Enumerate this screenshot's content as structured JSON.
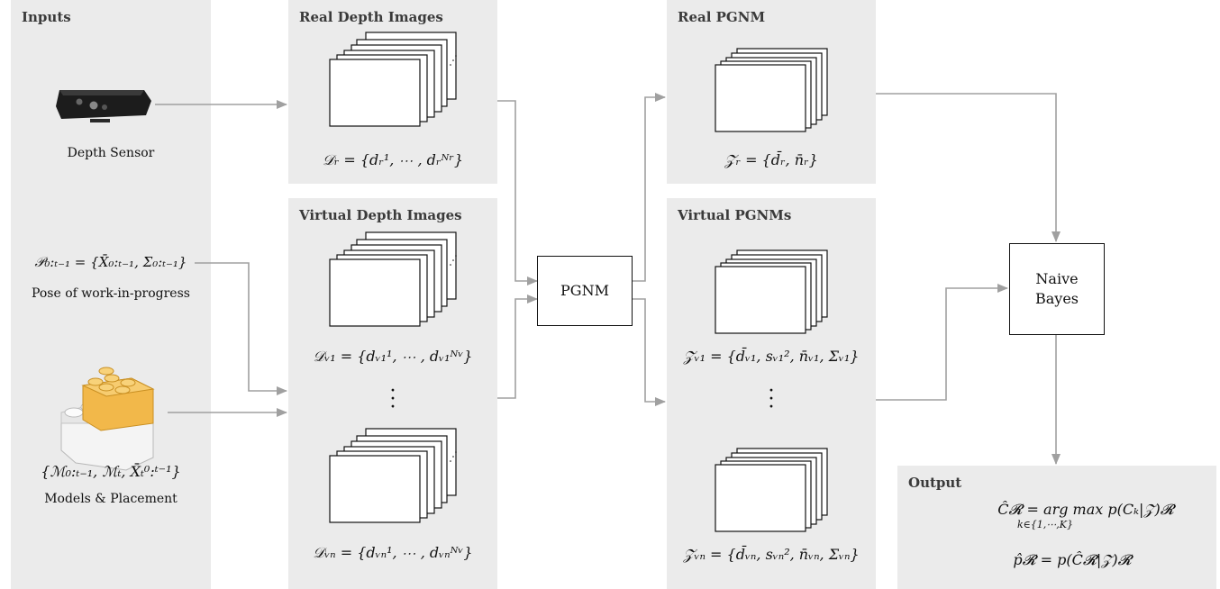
{
  "panels": {
    "inputs": "Inputs",
    "real_depth": "Real Depth Images",
    "virtual_depth": "Virtual Depth Images",
    "real_pgnm": "Real PGNM",
    "virtual_pgnms": "Virtual PGNMs",
    "output": "Output"
  },
  "inputs": {
    "depth_sensor": "Depth Sensor",
    "pose_formula": "𝒫₀:ₜ₋₁ = {X̄₀:ₜ₋₁, Σ₀:ₜ₋₁}",
    "pose_label": "Pose of work-in-progress",
    "models_formula": "{ℳ₀:ₜ₋₁, ℳₜ, X̄ₜ⁰:ᵗ⁻¹}",
    "models_label": "Models & Placement"
  },
  "formulas": {
    "real_depth": "𝒟ᵣ = {dᵣ¹, ⋯ , dᵣᴺʳ}",
    "virtual_depth_1": "𝒟ᵥ₁ = {dᵥ₁¹, ⋯ , dᵥ₁ᴺᵛ}",
    "virtual_depth_n": "𝒟ᵥₙ = {dᵥₙ¹, ⋯ , dᵥₙᴺᵛ}",
    "real_pgnm": "𝒵ᵣ = {d̄ᵣ, n̄ᵣ}",
    "virtual_pgnm_1": "𝒵ᵥ₁ = {d̄ᵥ₁, sᵥ₁², n̄ᵥ₁, Σᵥ₁}",
    "virtual_pgnm_n": "𝒵ᵥₙ = {d̄ᵥₙ, sᵥₙ², n̄ᵥₙ, Σᵥₙ}",
    "output_class": "Ĉ𝓡 = arg max p(Cₖ|𝒵)𝓡",
    "output_class_sub": "k∈{1,⋯,K}",
    "output_prob": "p̂𝓡 = p(Ĉ𝓡|𝒵)𝓡"
  },
  "blocks": {
    "pgnm": "PGNM",
    "naive_bayes": "Naive Bayes"
  },
  "colors": {
    "panel_bg": "#ebebeb",
    "arrow": "#a0a0a0",
    "stroke": "#111111"
  }
}
